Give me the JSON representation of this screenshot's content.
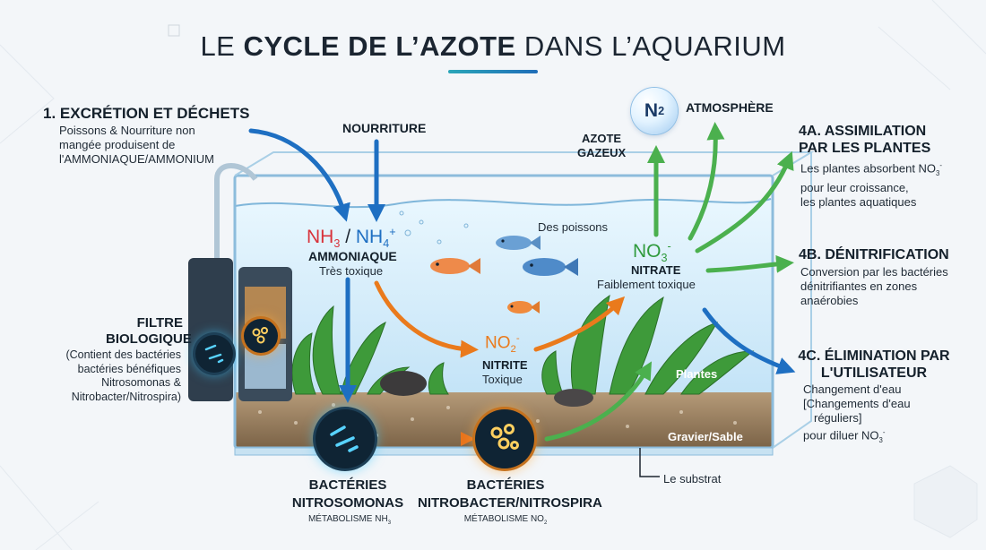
{
  "title": {
    "part1": "LE ",
    "bold": "CYCLE DE L’AZOTE",
    "part2": " DANS L’AQUARIUM"
  },
  "excretion": {
    "heading": "1. EXCRÉTION ET DÉCHETS",
    "line1": "Poissons & Nourriture non",
    "line2": "mangée produisent de",
    "line3": "l'AMMONIAQUE/AMMONIUM"
  },
  "food": {
    "label": "NOURRITURE"
  },
  "ammonia": {
    "nh3": "NH",
    "nh3_sub": "3",
    "slash": " / ",
    "nh4": "NH",
    "nh4_sub": "4",
    "nh4_sup": "+",
    "name": "AMMONIAQUE",
    "tox": "Très toxique"
  },
  "fish": {
    "label": "Des poissons"
  },
  "nitrite": {
    "formula": "NO",
    "sub": "2",
    "sup": "-",
    "name": "NITRITE",
    "tox": "Toxique"
  },
  "nitrate": {
    "formula": "NO",
    "sub": "3",
    "sup": "-",
    "name": "NITRATE",
    "tox": "Faiblement toxique"
  },
  "n2gas": {
    "symbol": "N",
    "sub": "2",
    "atmosphere": "ATMOSPHÈRE",
    "label1": "AZOTE",
    "label2": "GAZEUX"
  },
  "filter": {
    "title1": "FILTRE",
    "title2": "BIOLOGIQUE",
    "line1": "(Contient des bactéries",
    "line2": "bactéries bénéfiques",
    "line3": "Nitrosomonas &",
    "line4": "Nitrobacter/Nitrospira)"
  },
  "assimilation": {
    "heading1": "4A. ASSIMILATION",
    "heading2": "PAR LES PLANTES",
    "line1": "Les plantes absorbent NO",
    "line1_sub": "3",
    "line1_sup": "-",
    "line2": "pour leur croissance,",
    "line3": "les plantes aquatiques"
  },
  "denitrification": {
    "heading": "4B. DÉNITRIFICATION",
    "line1": "Conversion par les bactéries",
    "line2": "dénitrifiantes en zones",
    "line3": "anaérobies"
  },
  "elimination": {
    "heading1": "4C. ÉLIMINATION PAR",
    "heading2": "L'UTILISATEUR",
    "line1": "Changement d'eau",
    "line2": "[Changements d'eau",
    "line3": "réguliers]",
    "line4": "pour diluer NO",
    "line4_sub": "3",
    "line4_sup": "-"
  },
  "plants": {
    "label": "Plantes"
  },
  "gravel": {
    "label": "Gravier/Sable"
  },
  "substrate": {
    "label": "Le substrat"
  },
  "nitrosomonas": {
    "name1": "BACTÉRIES",
    "name2": "NITROSOMONAS",
    "metab": "MÉTABOLISME NH",
    "metab_sub": "3"
  },
  "nitrobacter": {
    "name1": "BACTÉRIES",
    "name2": "NITROBACTER/NITROSPIRA",
    "metab": "MÉTABOLISME NO",
    "metab_sub": "2"
  },
  "colors": {
    "blue": "#1e6fc2",
    "orange": "#ea7a1c",
    "green": "#2f9a3c",
    "red": "#d8333b",
    "water": "#d6eefb"
  },
  "icons": [
    "n2-gas-bubble-icon",
    "bacteria-icon",
    "fish-icon",
    "plant-icon",
    "filter-icon"
  ]
}
